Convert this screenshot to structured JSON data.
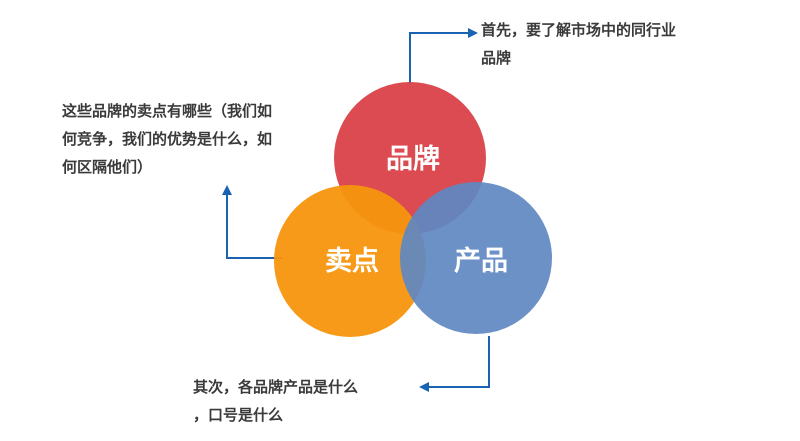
{
  "circles": {
    "brand": {
      "label": "品牌",
      "color": "#d94148"
    },
    "selling_point": {
      "label": "卖点",
      "color": "#f7950d"
    },
    "product": {
      "label": "产品",
      "color": "#5e88c2"
    }
  },
  "overlap_color": "#8a5b84",
  "arrow_color": "#1a63b0",
  "notes": {
    "top": {
      "line1": "首先，要了解市场中的同行业",
      "line2": "品牌"
    },
    "left": {
      "line1": "这些品牌的卖点有哪些（我们如",
      "line2": "何竞争，我们的优势是什么，如",
      "line3": "何区隔他们）"
    },
    "bottom": {
      "line1": "其次，各品牌产品是什么",
      "line2": "，口号是什么"
    }
  }
}
